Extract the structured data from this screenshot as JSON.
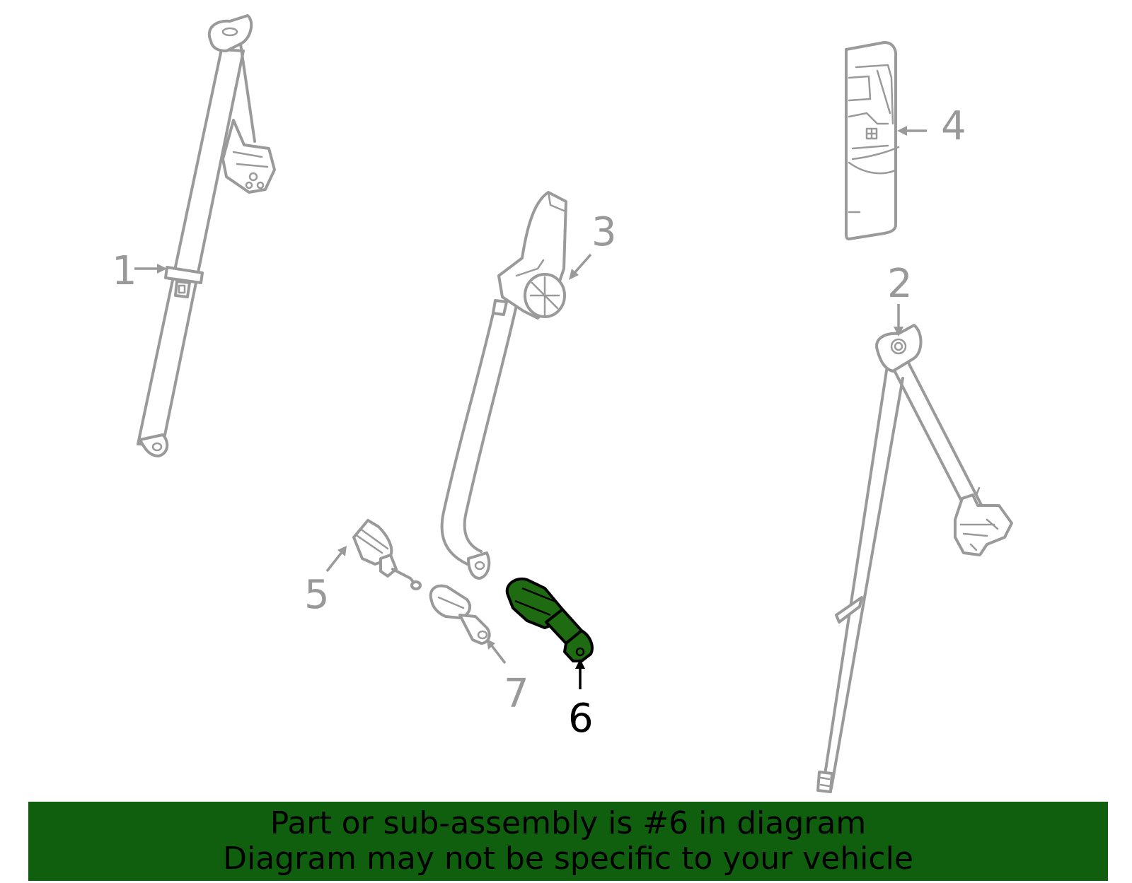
{
  "diagram": {
    "highlighted_part": "6",
    "colors": {
      "part_outline": "#9a9a9a",
      "callout_text": "#999999",
      "highlight_fill": "#1f6b12",
      "banner_background": "#0f5f0f"
    },
    "callouts": {
      "c1": "1",
      "c2": "2",
      "c3": "3",
      "c4": "4",
      "c5": "5",
      "c6": "6",
      "c7": "7"
    }
  },
  "banner": {
    "line1": "Part or sub-assembly is #6 in diagram",
    "line2": "Diagram may not be specific to your vehicle"
  }
}
